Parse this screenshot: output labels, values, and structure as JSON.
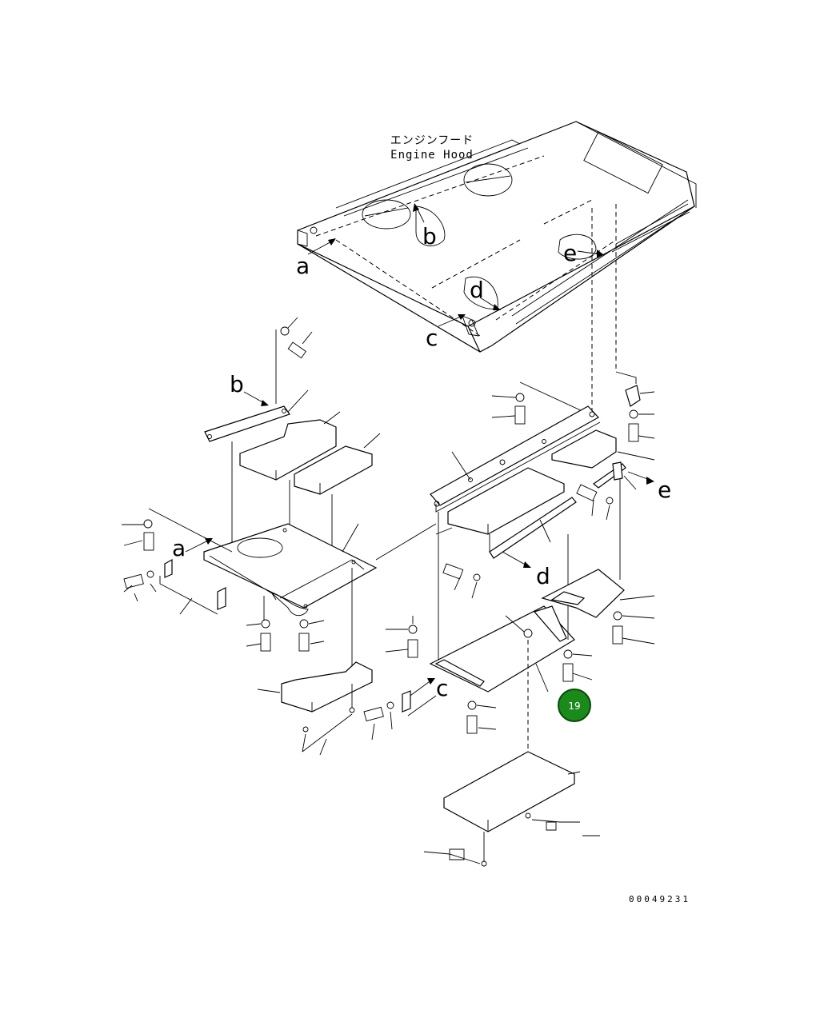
{
  "diagram": {
    "label_jp": "エンジンフード",
    "label_en": "Engine Hood",
    "drawing_number": "00049231",
    "callouts": [
      "a",
      "b",
      "c",
      "d",
      "e"
    ],
    "badge": {
      "number": "19",
      "color": "#1a8a1a"
    }
  }
}
